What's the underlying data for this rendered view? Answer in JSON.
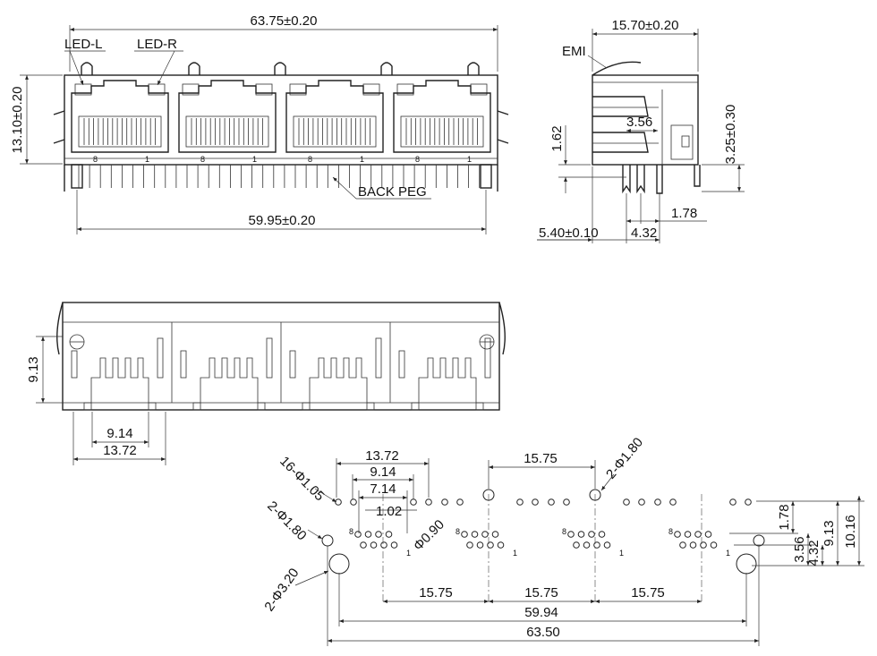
{
  "front_view": {
    "overall_width": "63.75±0.20",
    "height": "13.10±0.20",
    "peg_span": "59.95±0.20",
    "led_left": "LED-L",
    "led_right": "LED-R",
    "back_peg": "BACK PEG",
    "pin_first": "8",
    "pin_last": "1"
  },
  "side_view": {
    "depth": "15.70±0.20",
    "emi": "EMI",
    "dim_3_56": "3.56",
    "dim_1_62": "1.62",
    "dim_3_25": "3.25±0.30",
    "dim_1_78": "1.78",
    "dim_5_40": "5.40±0.10",
    "dim_4_32": "4.32"
  },
  "bottom_view": {
    "height": "9.13",
    "dim_9_14": "9.14",
    "dim_13_72": "13.72"
  },
  "pcb_layout": {
    "d_13_72": "13.72",
    "d_9_14": "9.14",
    "d_7_14": "7.14",
    "d_1_02": "1.02",
    "pitch_15_75": "15.75",
    "span_59_94": "59.94",
    "span_63_50": "63.50",
    "r_1_78": "1.78",
    "r_9_13": "9.13",
    "r_10_16": "10.16",
    "r_3_56": "3.56",
    "r_4_32": "4.32",
    "hole_16_phi_1_05": "16-Φ1.05",
    "hole_phi_0_90": "Φ0.90",
    "hole_2_phi_1_80_left": "2-Φ1.80",
    "hole_2_phi_1_80_top": "2-Φ1.80",
    "hole_2_phi_3_20": "2-Φ3.20",
    "pin_8": "8",
    "pin_1": "1"
  }
}
